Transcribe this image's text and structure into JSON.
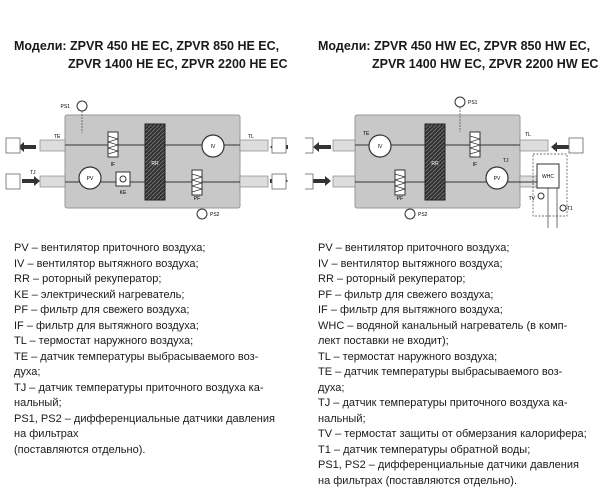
{
  "left": {
    "title_prefix": "Модели:",
    "title_line1": "ZPVR 450 HE EC, ZPVR 850 HE EC,",
    "title_line2": "ZPVR 1400 HE EC, ZPVR 2200 HE EC",
    "diagram_labels": {
      "ps1": "PS1",
      "tl": "TL",
      "te": "TE",
      "tj": "TJ",
      "iv": "IV",
      "pv": "PV",
      "if": "IF",
      "pf": "PF",
      "rr": "RR",
      "ke": "KE",
      "ps2": "PS2"
    },
    "legend": [
      "PV – вентилятор приточного воздуха;",
      "IV – вентилятор вытяжного воздуха;",
      "RR – роторный рекуператор;",
      "KE – электрический нагреватель;",
      "PF – фильтр для свежего воздуха;",
      "IF – фильтр для вытяжного воздуха;",
      "TL – термостат наружного воздуха;",
      "TE – датчик температуры выбрасываемого воз-",
      "духа;",
      "TJ – датчик температуры приточного воздуха ка-",
      "нальный;",
      "PS1, PS2 – дифференциальные датчики давления",
      "на фильтрах",
      "(поставляются отдельно)."
    ]
  },
  "right": {
    "title_prefix": "Модели:",
    "title_line1": "ZPVR 450 HW EC, ZPVR 850 HW EC,",
    "title_line2": "ZPVR 1400 HW EC, ZPVR 2200 HW EC",
    "diagram_labels": {
      "ps1": "PS1",
      "tl": "TL",
      "te": "TE",
      "tj": "TJ",
      "iv": "IV",
      "pv": "PV",
      "if": "IF",
      "pf": "PF",
      "rr": "RR",
      "ps2": "PS2",
      "whc": "WHC",
      "tv": "TV",
      "t1": "T1"
    },
    "legend": [
      "PV – вентилятор приточного воздуха;",
      "IV – вентилятор вытяжного воздуха;",
      "RR – роторный рекуператор;",
      "PF – фильтр для свежего воздуха;",
      "IF – фильтр для вытяжного воздуха;",
      "WHC – водяной канальный нагреватель (в комп-",
      "лект поставки не входит);",
      "TL – термостат наружного воздуха;",
      "TE – датчик температуры выбрасываемого воз-",
      "духа;",
      "TJ – датчик температуры приточного воздуха ка-",
      "нальный;",
      "TV – термостат защиты от обмерзания калорифера;",
      "T1 – датчик температуры обратной воды;",
      "PS1, PS2 – дифференциальные датчики давления",
      "на фильтрах (поставляются отдельно)."
    ]
  }
}
